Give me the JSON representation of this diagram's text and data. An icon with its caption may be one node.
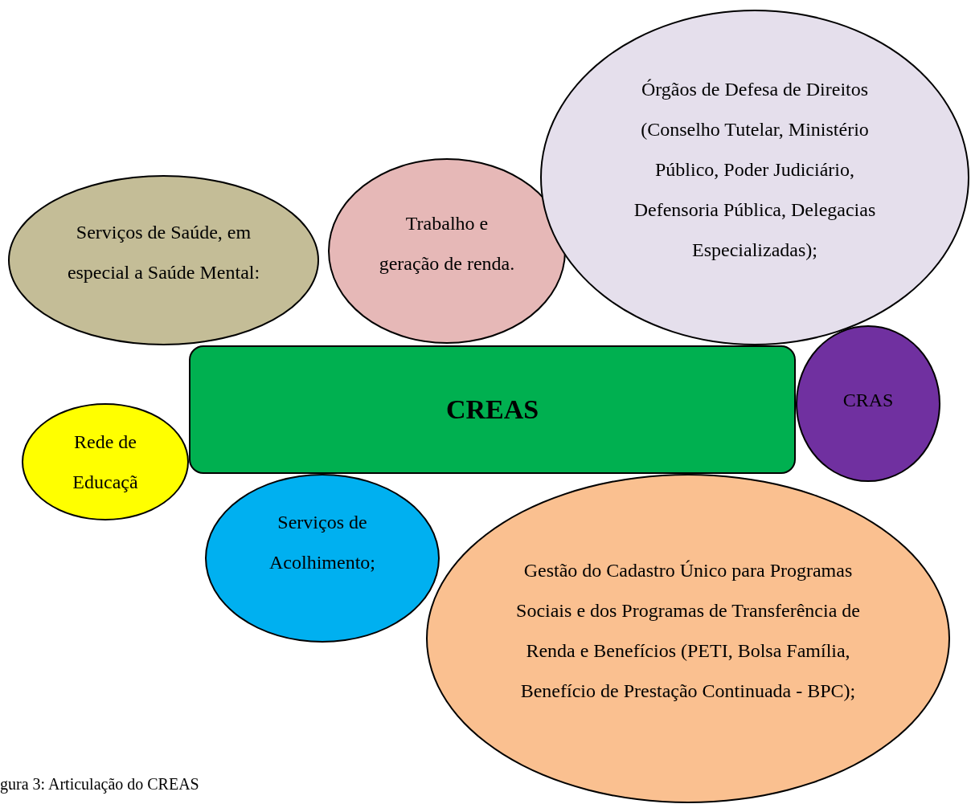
{
  "diagram": {
    "caption": "gura 3: Articulação do CREAS",
    "nodes": [
      {
        "text": [
          "Serviços de Saúde, em especial a Saúde Mental:"
        ]
      },
      {
        "text": [
          "Trabalho e geração de renda."
        ]
      },
      {
        "text": [
          "Órgãos de Defesa de Direitos (Conselho Tutelar, Ministério Público, Poder Judiciário, Defensoria Pública, Delegacias Especializadas);"
        ]
      },
      {
        "text": [
          "CREAS"
        ]
      },
      {
        "text": [
          "CRAS"
        ]
      },
      {
        "text": [
          "Rede de Educaçã"
        ]
      },
      {
        "text": [
          "Serviços de Acolhimento;"
        ]
      },
      {
        "text": [
          "Gestão do Cadastro Único para Programas Sociais e dos Programas de Transferência de Renda e Benefícios (PETI, Bolsa Família, Benefício de Prestação Continuada - BPC);"
        ]
      }
    ]
  }
}
